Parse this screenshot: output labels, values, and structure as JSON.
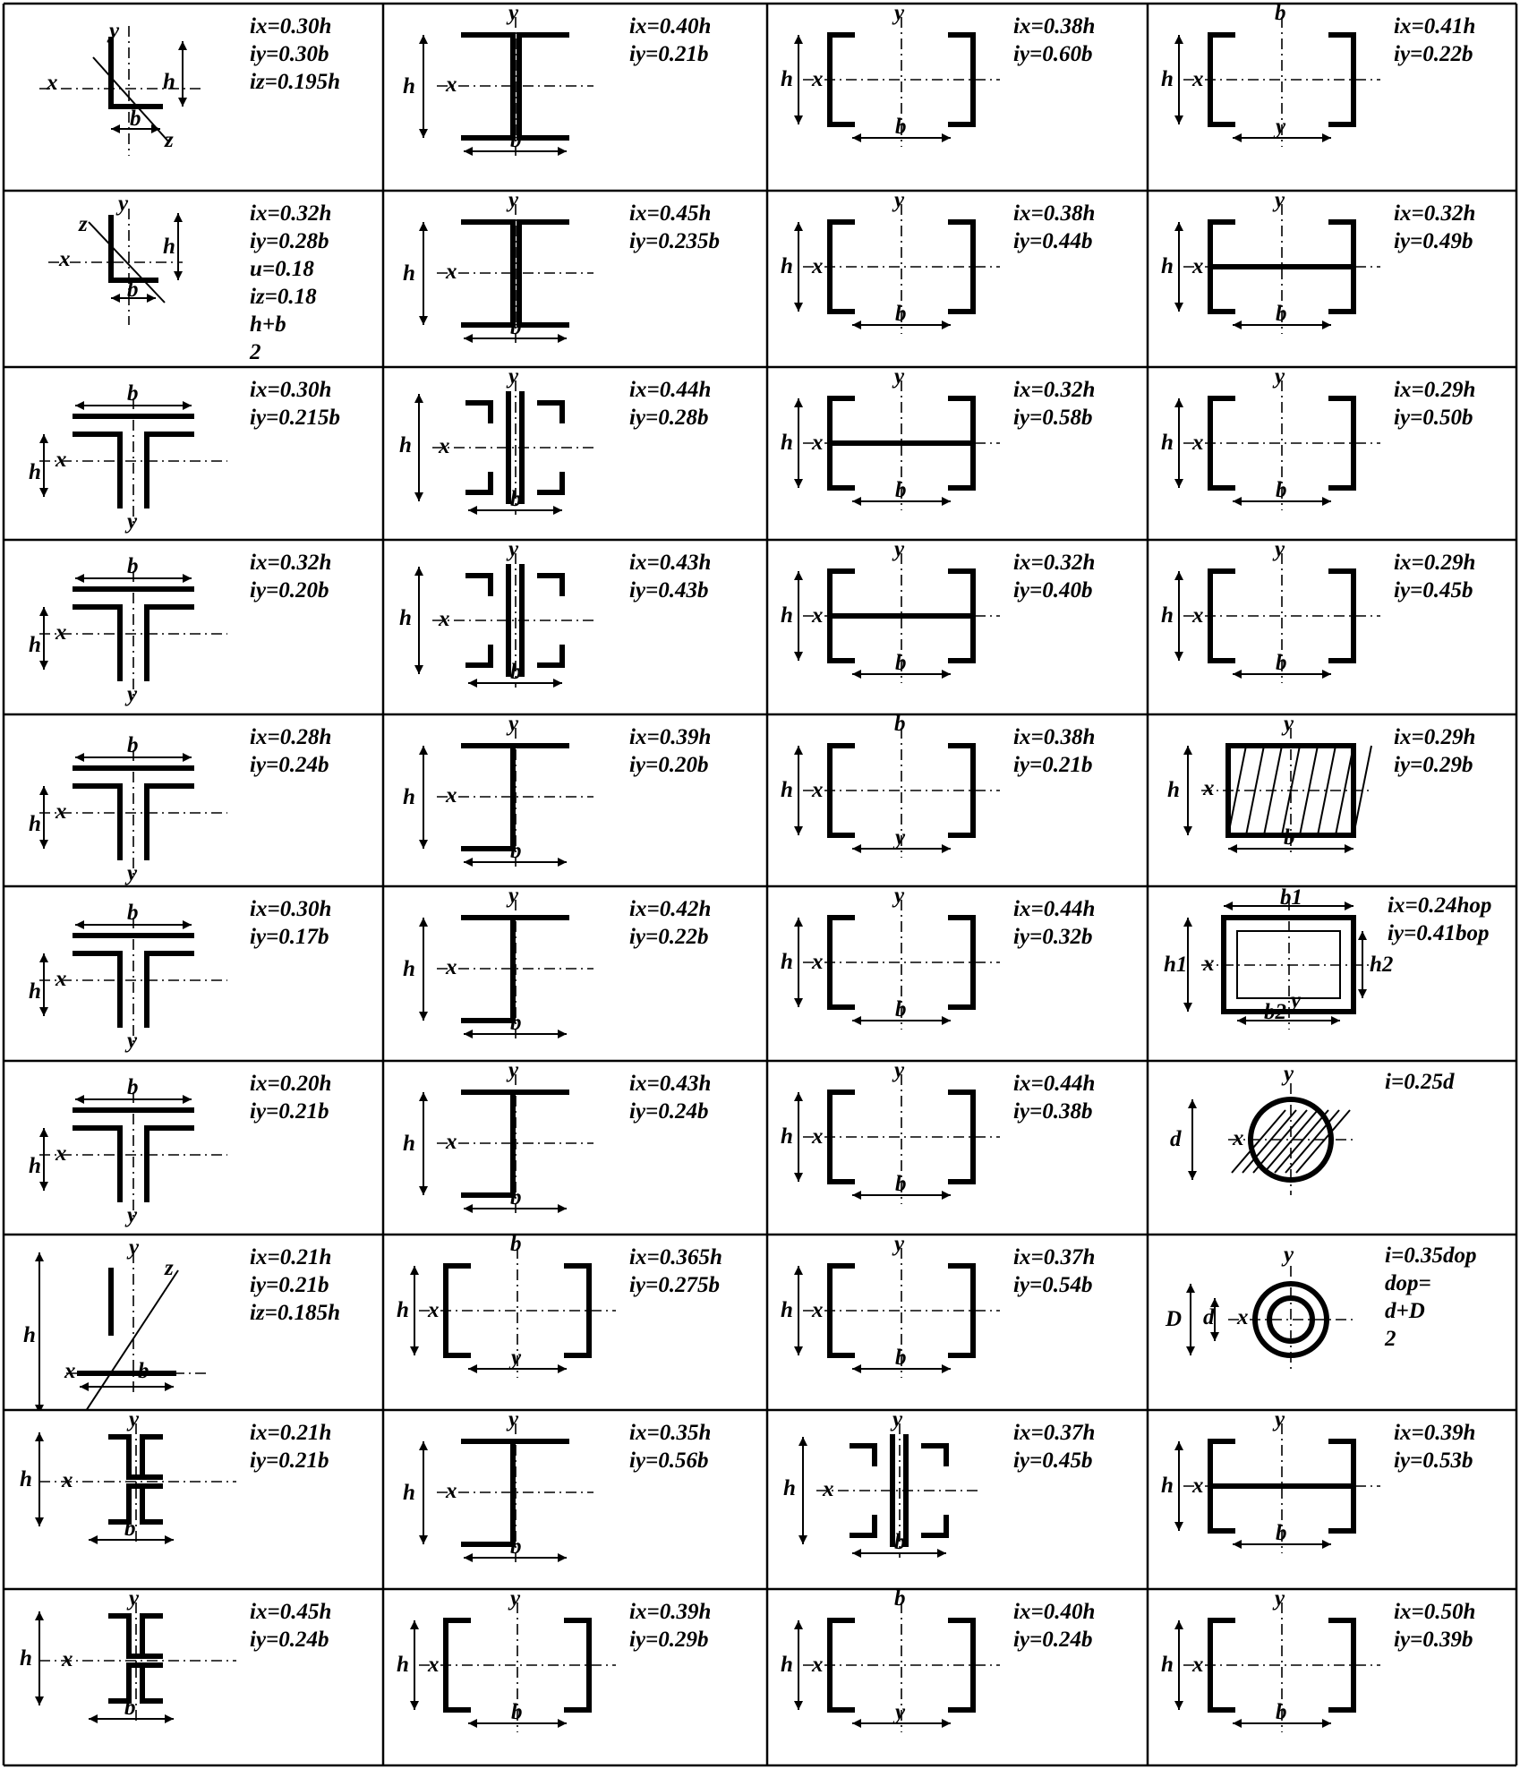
{
  "table": {
    "rows": [
      [
        {
          "formulas": [
            "ix=0.30h",
            "iy=0.30b",
            "iz=0.195h"
          ],
          "axes": [
            "y",
            "x",
            "h",
            "b",
            "z"
          ]
        },
        {
          "formulas": [
            "ix=0.40h",
            "iy=0.21b"
          ],
          "axes": [
            "y",
            "h",
            "x",
            "b"
          ]
        },
        {
          "formulas": [
            "ix=0.38h",
            "iy=0.60b"
          ],
          "axes": [
            "y",
            "h",
            "x",
            "b"
          ]
        },
        {
          "formulas": [
            "ix=0.41h",
            "iy=0.22b"
          ],
          "axes": [
            "b",
            "h",
            "x",
            "y"
          ]
        }
      ],
      [
        {
          "formulas": [
            "ix=0.32h",
            "iy=0.28b",
            "u=0.18",
            "iz=0.18",
            "h+b",
            "2"
          ],
          "axes": [
            "y",
            "z",
            "x",
            "h",
            "b"
          ]
        },
        {
          "formulas": [
            "ix=0.45h",
            "iy=0.235b"
          ],
          "axes": [
            "y",
            "h",
            "x",
            "b"
          ]
        },
        {
          "formulas": [
            "ix=0.38h",
            "iy=0.44b"
          ],
          "axes": [
            "y",
            "h",
            "x",
            "b"
          ]
        },
        {
          "formulas": [
            "ix=0.32h",
            "iy=0.49b"
          ],
          "axes": [
            "y",
            "h",
            "x",
            "b"
          ]
        }
      ],
      [
        {
          "formulas": [
            "ix=0.30h",
            "iy=0.215b"
          ],
          "axes": [
            "b",
            "h",
            "x",
            "y"
          ]
        },
        {
          "formulas": [
            "ix=0.44h",
            "iy=0.28b"
          ],
          "axes": [
            "y",
            "h",
            "x",
            "b"
          ]
        },
        {
          "formulas": [
            "ix=0.32h",
            "iy=0.58b"
          ],
          "axes": [
            "y",
            "h",
            "x",
            "b"
          ]
        },
        {
          "formulas": [
            "ix=0.29h",
            "iy=0.50b"
          ],
          "axes": [
            "y",
            "h",
            "x",
            "b"
          ]
        }
      ],
      [
        {
          "formulas": [
            "ix=0.32h",
            "iy=0.20b"
          ],
          "axes": [
            "b",
            "h",
            "x",
            "y"
          ]
        },
        {
          "formulas": [
            "ix=0.43h",
            "iy=0.43b"
          ],
          "axes": [
            "y",
            "h",
            "x",
            "b"
          ]
        },
        {
          "formulas": [
            "ix=0.32h",
            "iy=0.40b"
          ],
          "axes": [
            "y",
            "h",
            "x",
            "b"
          ]
        },
        {
          "formulas": [
            "ix=0.29h",
            "iy=0.45b"
          ],
          "axes": [
            "y",
            "h",
            "x",
            "b"
          ]
        }
      ],
      [
        {
          "formulas": [
            "ix=0.28h",
            "iy=0.24b"
          ],
          "axes": [
            "b",
            "h",
            "x",
            "y"
          ]
        },
        {
          "formulas": [
            "ix=0.39h",
            "iy=0.20b"
          ],
          "axes": [
            "y",
            "h",
            "x",
            "b"
          ]
        },
        {
          "formulas": [
            "ix=0.38h",
            "iy=0.21b"
          ],
          "axes": [
            "b",
            "h",
            "x",
            "y"
          ]
        },
        {
          "formulas": [
            "ix=0.29h",
            "iy=0.29b"
          ],
          "axes": [
            "y",
            "h",
            "x",
            "b"
          ]
        }
      ],
      [
        {
          "formulas": [
            "ix=0.30h",
            "iy=0.17b"
          ],
          "axes": [
            "b",
            "h",
            "x",
            "y"
          ]
        },
        {
          "formulas": [
            "ix=0.42h",
            "iy=0.22b"
          ],
          "axes": [
            "y",
            "h",
            "x",
            "b"
          ]
        },
        {
          "formulas": [
            "ix=0.44h",
            "iy=0.32b"
          ],
          "axes": [
            "y",
            "h",
            "x",
            "b"
          ]
        },
        {
          "formulas": [
            "ix=0.24hop",
            "iy=0.41bop"
          ],
          "axes": [
            "b1",
            "h1",
            "x",
            "h2",
            "b2",
            "y"
          ]
        }
      ],
      [
        {
          "formulas": [
            "ix=0.20h",
            "iy=0.21b"
          ],
          "axes": [
            "b",
            "h",
            "x",
            "y"
          ]
        },
        {
          "formulas": [
            "ix=0.43h",
            "iy=0.24b"
          ],
          "axes": [
            "y",
            "h",
            "x",
            "b"
          ]
        },
        {
          "formulas": [
            "ix=0.44h",
            "iy=0.38b"
          ],
          "axes": [
            "y",
            "h",
            "x",
            "b"
          ]
        },
        {
          "formulas": [
            "i=0.25d"
          ],
          "axes": [
            "y",
            "d",
            "x"
          ]
        }
      ],
      [
        {
          "formulas": [
            "ix=0.21h",
            "iy=0.21b",
            "iz=0.185h"
          ],
          "axes": [
            "y",
            "z",
            "h",
            "x",
            "b"
          ]
        },
        {
          "formulas": [
            "ix=0.365h",
            "iy=0.275b"
          ],
          "axes": [
            "b",
            "h",
            "x",
            "y"
          ]
        },
        {
          "formulas": [
            "ix=0.37h",
            "iy=0.54b"
          ],
          "axes": [
            "y",
            "h",
            "x",
            "b"
          ]
        },
        {
          "formulas": [
            "i=0.35dop",
            "dop=",
            "d+D",
            "2"
          ],
          "axes": [
            "y",
            "D",
            "d",
            "x"
          ]
        }
      ],
      [
        {
          "formulas": [
            "ix=0.21h",
            "iy=0.21b"
          ],
          "axes": [
            "y",
            "h",
            "x",
            "b"
          ]
        },
        {
          "formulas": [
            "ix=0.35h",
            "iy=0.56b"
          ],
          "axes": [
            "y",
            "h",
            "x",
            "b"
          ]
        },
        {
          "formulas": [
            "ix=0.37h",
            "iy=0.45b"
          ],
          "axes": [
            "y",
            "h",
            "x",
            "b"
          ]
        },
        {
          "formulas": [
            "ix=0.39h",
            "iy=0.53b"
          ],
          "axes": [
            "y",
            "h",
            "x",
            "b"
          ]
        }
      ],
      [
        {
          "formulas": [
            "ix=0.45h",
            "iy=0.24b"
          ],
          "axes": [
            "y",
            "h",
            "x",
            "b"
          ]
        },
        {
          "formulas": [
            "ix=0.39h",
            "iy=0.29b"
          ],
          "axes": [
            "y",
            "h",
            "x",
            "b"
          ]
        },
        {
          "formulas": [
            "ix=0.40h",
            "iy=0.24b"
          ],
          "axes": [
            "b",
            "h",
            "x",
            "y"
          ]
        },
        {
          "formulas": [
            "ix=0.50h",
            "iy=0.39b"
          ],
          "axes": [
            "y",
            "h",
            "x",
            "b"
          ]
        }
      ]
    ]
  }
}
